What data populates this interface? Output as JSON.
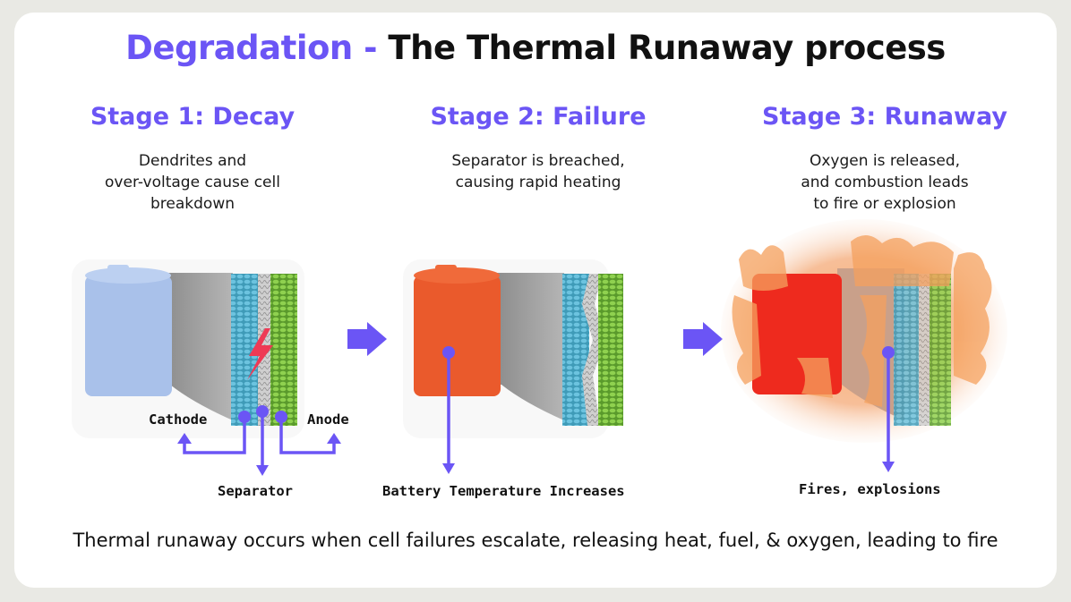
{
  "title": {
    "accent": "Degradation -",
    "main": "The Thermal Runaway process"
  },
  "stages": [
    {
      "title": "Stage 1: Decay",
      "desc": [
        "Dendrites and",
        "over-voltage cause cell",
        "breakdown"
      ]
    },
    {
      "title": "Stage 2: Failure",
      "desc": [
        "Separator is breached,",
        "causing rapid heating"
      ]
    },
    {
      "title": "Stage 3: Runaway",
      "desc": [
        "Oxygen is released,",
        "and combustion leads",
        "to fire or explosion"
      ]
    }
  ],
  "labels": {
    "cathode": "Cathode",
    "anode": "Anode",
    "separator": "Separator",
    "battery_temp": "Battery Temperature Increases",
    "fires": "Fires, explosions"
  },
  "footer": "Thermal runaway occurs when cell failures escalate, releasing heat, fuel, & oxygen, leading to fire",
  "colors": {
    "accent": "#6b55f5",
    "cathode_blue": "#a9c1ea",
    "cell_red": "#ea5a2c",
    "fire_red": "#ee2a1e",
    "cathode_layer": "#4aa9c7",
    "anode_layer": "#7cc142"
  }
}
